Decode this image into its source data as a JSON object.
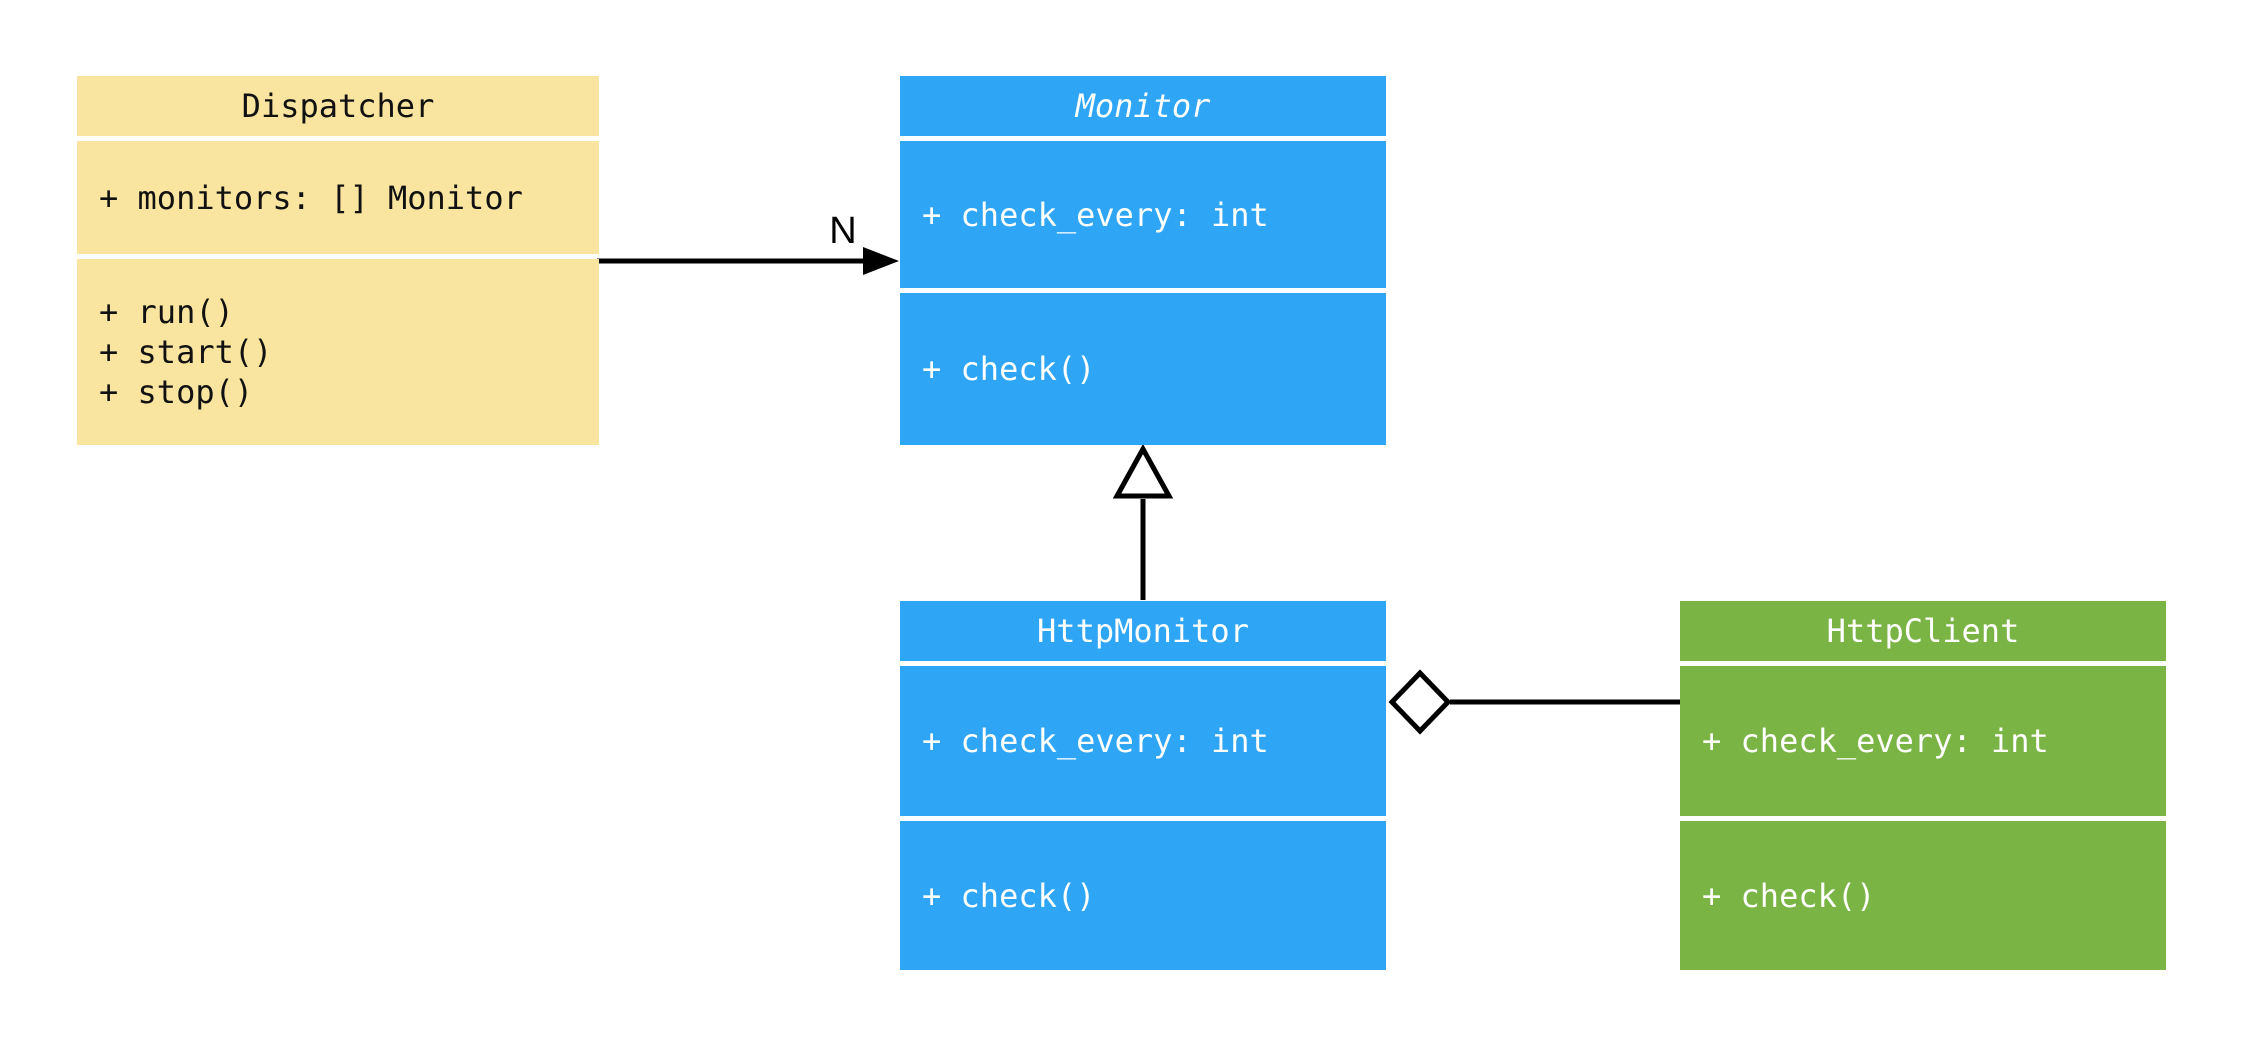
{
  "diagram": {
    "type": "uml-class-diagram",
    "background": "#FFFFFF",
    "connector_color": "#000000",
    "classes": [
      {
        "name": "Dispatcher",
        "abstract": false,
        "title_font_style": "normal",
        "fill": "#FAE5A0",
        "text_color": "#111111",
        "attributes": [
          "+ monitors: [] Monitor"
        ],
        "methods": [
          "+ run()",
          "+ start()",
          "+ stop()"
        ]
      },
      {
        "name": "Monitor",
        "abstract": true,
        "title_font_style": "italic",
        "fill": "#2EA6F5",
        "text_color": "#FFFFFF",
        "attributes": [
          "+ check_every: int"
        ],
        "methods": [
          "+ check()"
        ]
      },
      {
        "name": "HttpMonitor",
        "abstract": false,
        "title_font_style": "normal",
        "fill": "#2EA6F5",
        "text_color": "#FFFFFF",
        "attributes": [
          "+ check_every: int"
        ],
        "methods": [
          "+ check()"
        ]
      },
      {
        "name": "HttpClient",
        "abstract": false,
        "title_font_style": "normal",
        "fill": "#79B445",
        "text_color": "#FFFFFF",
        "attributes": [
          "+ check_every: int"
        ],
        "methods": [
          "+ check()"
        ]
      }
    ],
    "relationships": [
      {
        "type": "association",
        "from": "Dispatcher",
        "to": "Monitor",
        "multiplicity_label": "N",
        "marker": "filled-arrowhead"
      },
      {
        "type": "generalization",
        "from": "HttpMonitor",
        "to": "Monitor",
        "marker": "hollow-triangle"
      },
      {
        "type": "aggregation",
        "from": "HttpMonitor",
        "to": "HttpClient",
        "marker": "hollow-diamond"
      }
    ]
  }
}
